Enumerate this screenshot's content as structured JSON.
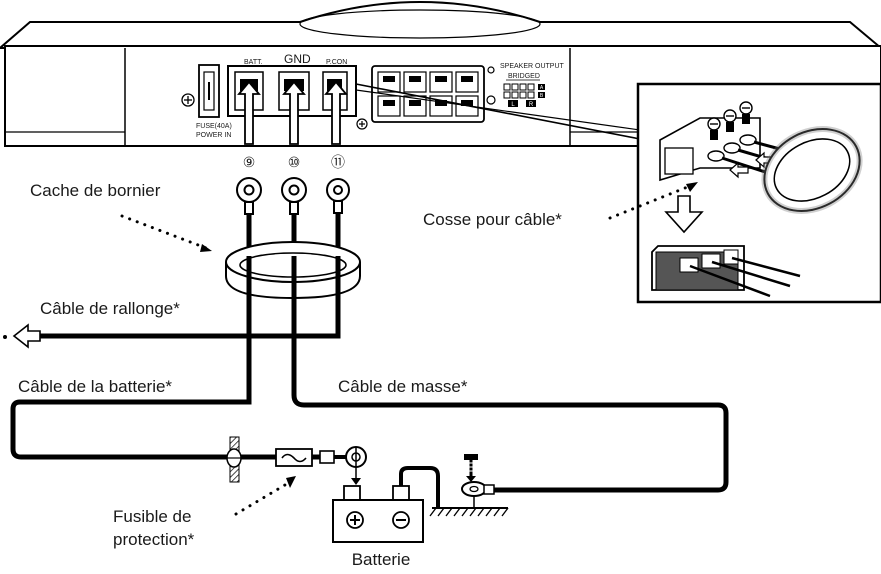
{
  "amplifier": {
    "terminal_batt": "BATT.",
    "terminal_gnd": "GND",
    "terminal_pcon": "P.CON",
    "fuse_label_1": "FUSE(40A)",
    "fuse_label_2": "POWER IN",
    "speaker_output": "SPEAKER OUTPUT",
    "bridged": "BRIDGED",
    "speaker_marks": [
      "L",
      "R",
      "A",
      "B"
    ]
  },
  "connections": {
    "n9": "⑨",
    "n10": "⑩",
    "n11": "⑪"
  },
  "labels": {
    "terminal_cover": "Cache de bornier",
    "cable_terminal": "Cosse pour câble*",
    "extension_cable": "Câble de rallonge*",
    "battery_cable": "Câble de la batterie*",
    "ground_cable": "Câble de masse*",
    "fuse_line1": "Fusible de",
    "fuse_line2": "protection*",
    "battery": "Batterie"
  }
}
